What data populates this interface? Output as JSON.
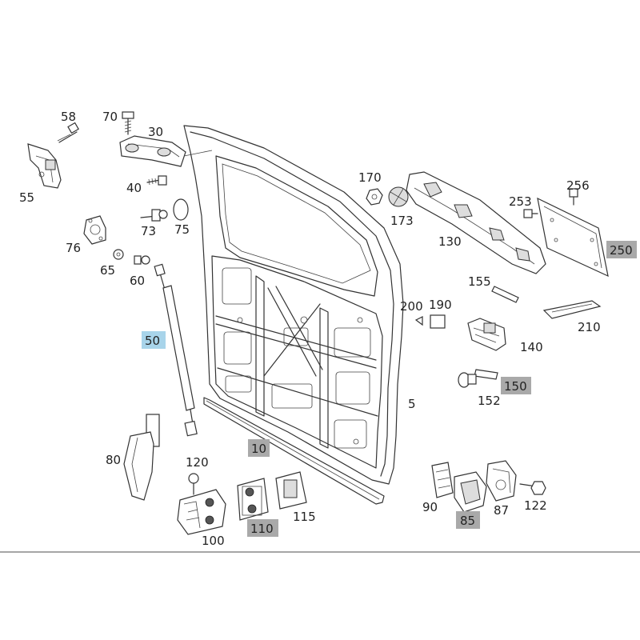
{
  "diagram": {
    "labels": {
      "p58": "58",
      "p70": "70",
      "p30": "30",
      "p55": "55",
      "p40": "40",
      "p73": "73",
      "p75": "75",
      "p76": "76",
      "p65": "65",
      "p60": "60",
      "p50": "50",
      "p80": "80",
      "p120": "120",
      "p100": "100",
      "p110": "110",
      "p115": "115",
      "p10": "10",
      "p5": "5",
      "p170": "170",
      "p173": "173",
      "p130": "130",
      "p253": "253",
      "p256": "256",
      "p250": "250",
      "p155": "155",
      "p200": "200",
      "p190": "190",
      "p140": "140",
      "p210": "210",
      "p150": "150",
      "p152": "152",
      "p90": "90",
      "p85": "85",
      "p87": "87",
      "p122": "122"
    },
    "highlight_colors": {
      "gray": "#a9a9a9",
      "blue": "#a8d4ea"
    }
  }
}
